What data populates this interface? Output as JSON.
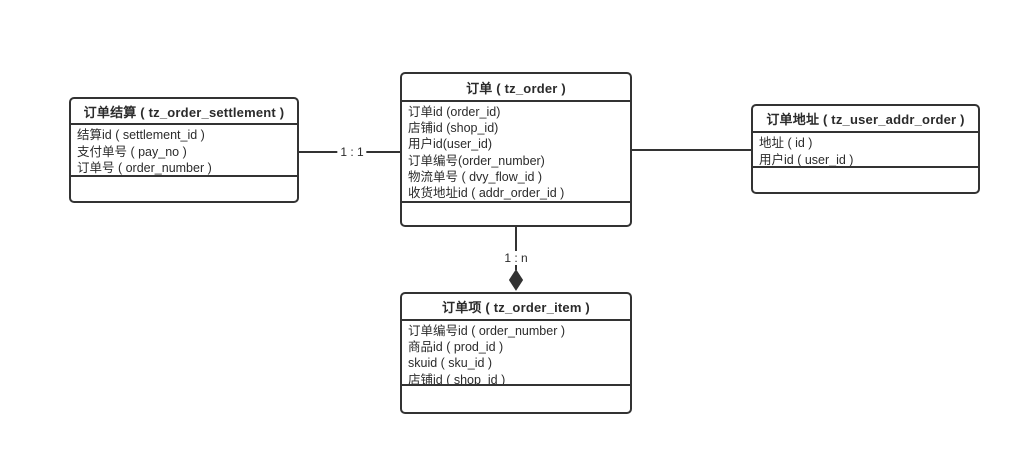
{
  "colors": {
    "border": "#333333",
    "line": "#333333",
    "text": "#2b2b2b",
    "background": "#ffffff"
  },
  "entities": {
    "settlement": {
      "title": "订单结算 ( tz_order_settlement )",
      "fields": [
        "结算id ( settlement_id )",
        "支付单号 ( pay_no )",
        "订单号 ( order_number )"
      ]
    },
    "order": {
      "title": "订单 ( tz_order )",
      "fields": [
        "订单id (order_id)",
        "店铺id (shop_id)",
        "用户id(user_id)",
        "订单编号(order_number)",
        "物流单号 ( dvy_flow_id )",
        "收货地址id ( addr_order_id )"
      ]
    },
    "address": {
      "title": "订单地址 ( tz_user_addr_order )",
      "fields": [
        "地址 ( id )",
        "用户id ( user_id )"
      ]
    },
    "order_item": {
      "title": "订单项 ( tz_order_item )",
      "fields": [
        "订单编号id ( order_number )",
        "商品id ( prod_id )",
        "skuid ( sku_id )",
        "店铺id ( shop_id )"
      ]
    }
  },
  "relations": {
    "settlement_order": {
      "label": "1 : 1"
    },
    "order_address": {
      "label": ""
    },
    "order_order_item": {
      "label": "1 : n"
    }
  }
}
